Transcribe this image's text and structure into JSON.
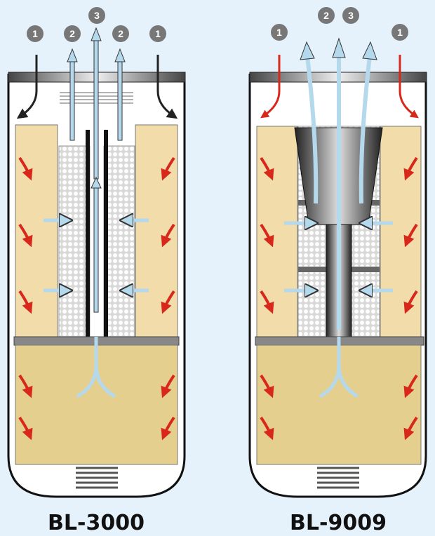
{
  "filters": [
    {
      "model": "BL-3000",
      "markers": [
        "1",
        "2",
        "3",
        "2",
        "1"
      ]
    },
    {
      "model": "BL-9009",
      "markers": [
        "1",
        "2",
        "3",
        "1"
      ]
    }
  ],
  "colors": {
    "background": "#e6f2fb",
    "media": "#f1dcaa",
    "lower_media": "#e4cf8e",
    "flow_in_left": "#222222",
    "flow_in_right": "#d8281c",
    "flow_arrow": "#d8281c",
    "clean_flow": "#b5d9ec",
    "marker": "#777777"
  }
}
